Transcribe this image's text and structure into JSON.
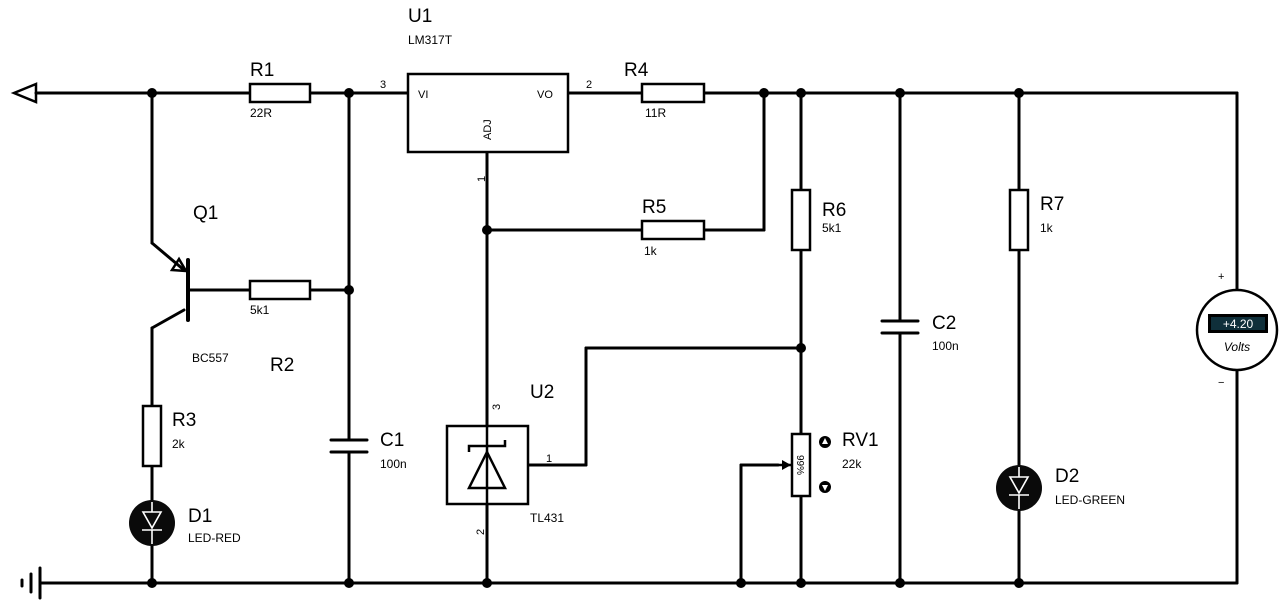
{
  "components": {
    "u1": {
      "ref": "U1",
      "value": "LM317T",
      "pin_vi": "VI",
      "pin_vo": "VO",
      "pin_adj": "ADJ",
      "pin_in_num": "3",
      "pin_out_num": "2",
      "pin_adj_num": "1"
    },
    "r1": {
      "ref": "R1",
      "value": "22R"
    },
    "r2": {
      "ref": "R2",
      "value": "5k1"
    },
    "r3": {
      "ref": "R3",
      "value": "2k"
    },
    "r4": {
      "ref": "R4",
      "value": "11R"
    },
    "r5": {
      "ref": "R5",
      "value": "1k"
    },
    "r6": {
      "ref": "R6",
      "value": "5k1"
    },
    "r7": {
      "ref": "R7",
      "value": "1k"
    },
    "q1": {
      "ref": "Q1",
      "value": "BC557"
    },
    "c1": {
      "ref": "C1",
      "value": "100n"
    },
    "c2": {
      "ref": "C2",
      "value": "100n"
    },
    "d1": {
      "ref": "D1",
      "value": "LED-RED"
    },
    "d2": {
      "ref": "D2",
      "value": "LED-GREEN"
    },
    "u2": {
      "ref": "U2",
      "value": "TL431",
      "pin_top": "3",
      "pin_right": "1",
      "pin_bottom": "2"
    },
    "rv1": {
      "ref": "RV1",
      "value": "22k",
      "wiper": "99%"
    },
    "voltmeter": {
      "reading": "+4.20",
      "unit": "Volts",
      "plus": "+",
      "minus": "−"
    }
  },
  "colors": {
    "wire": "#000000",
    "background": "#ffffff",
    "meter_display": "#0f2f3a"
  }
}
